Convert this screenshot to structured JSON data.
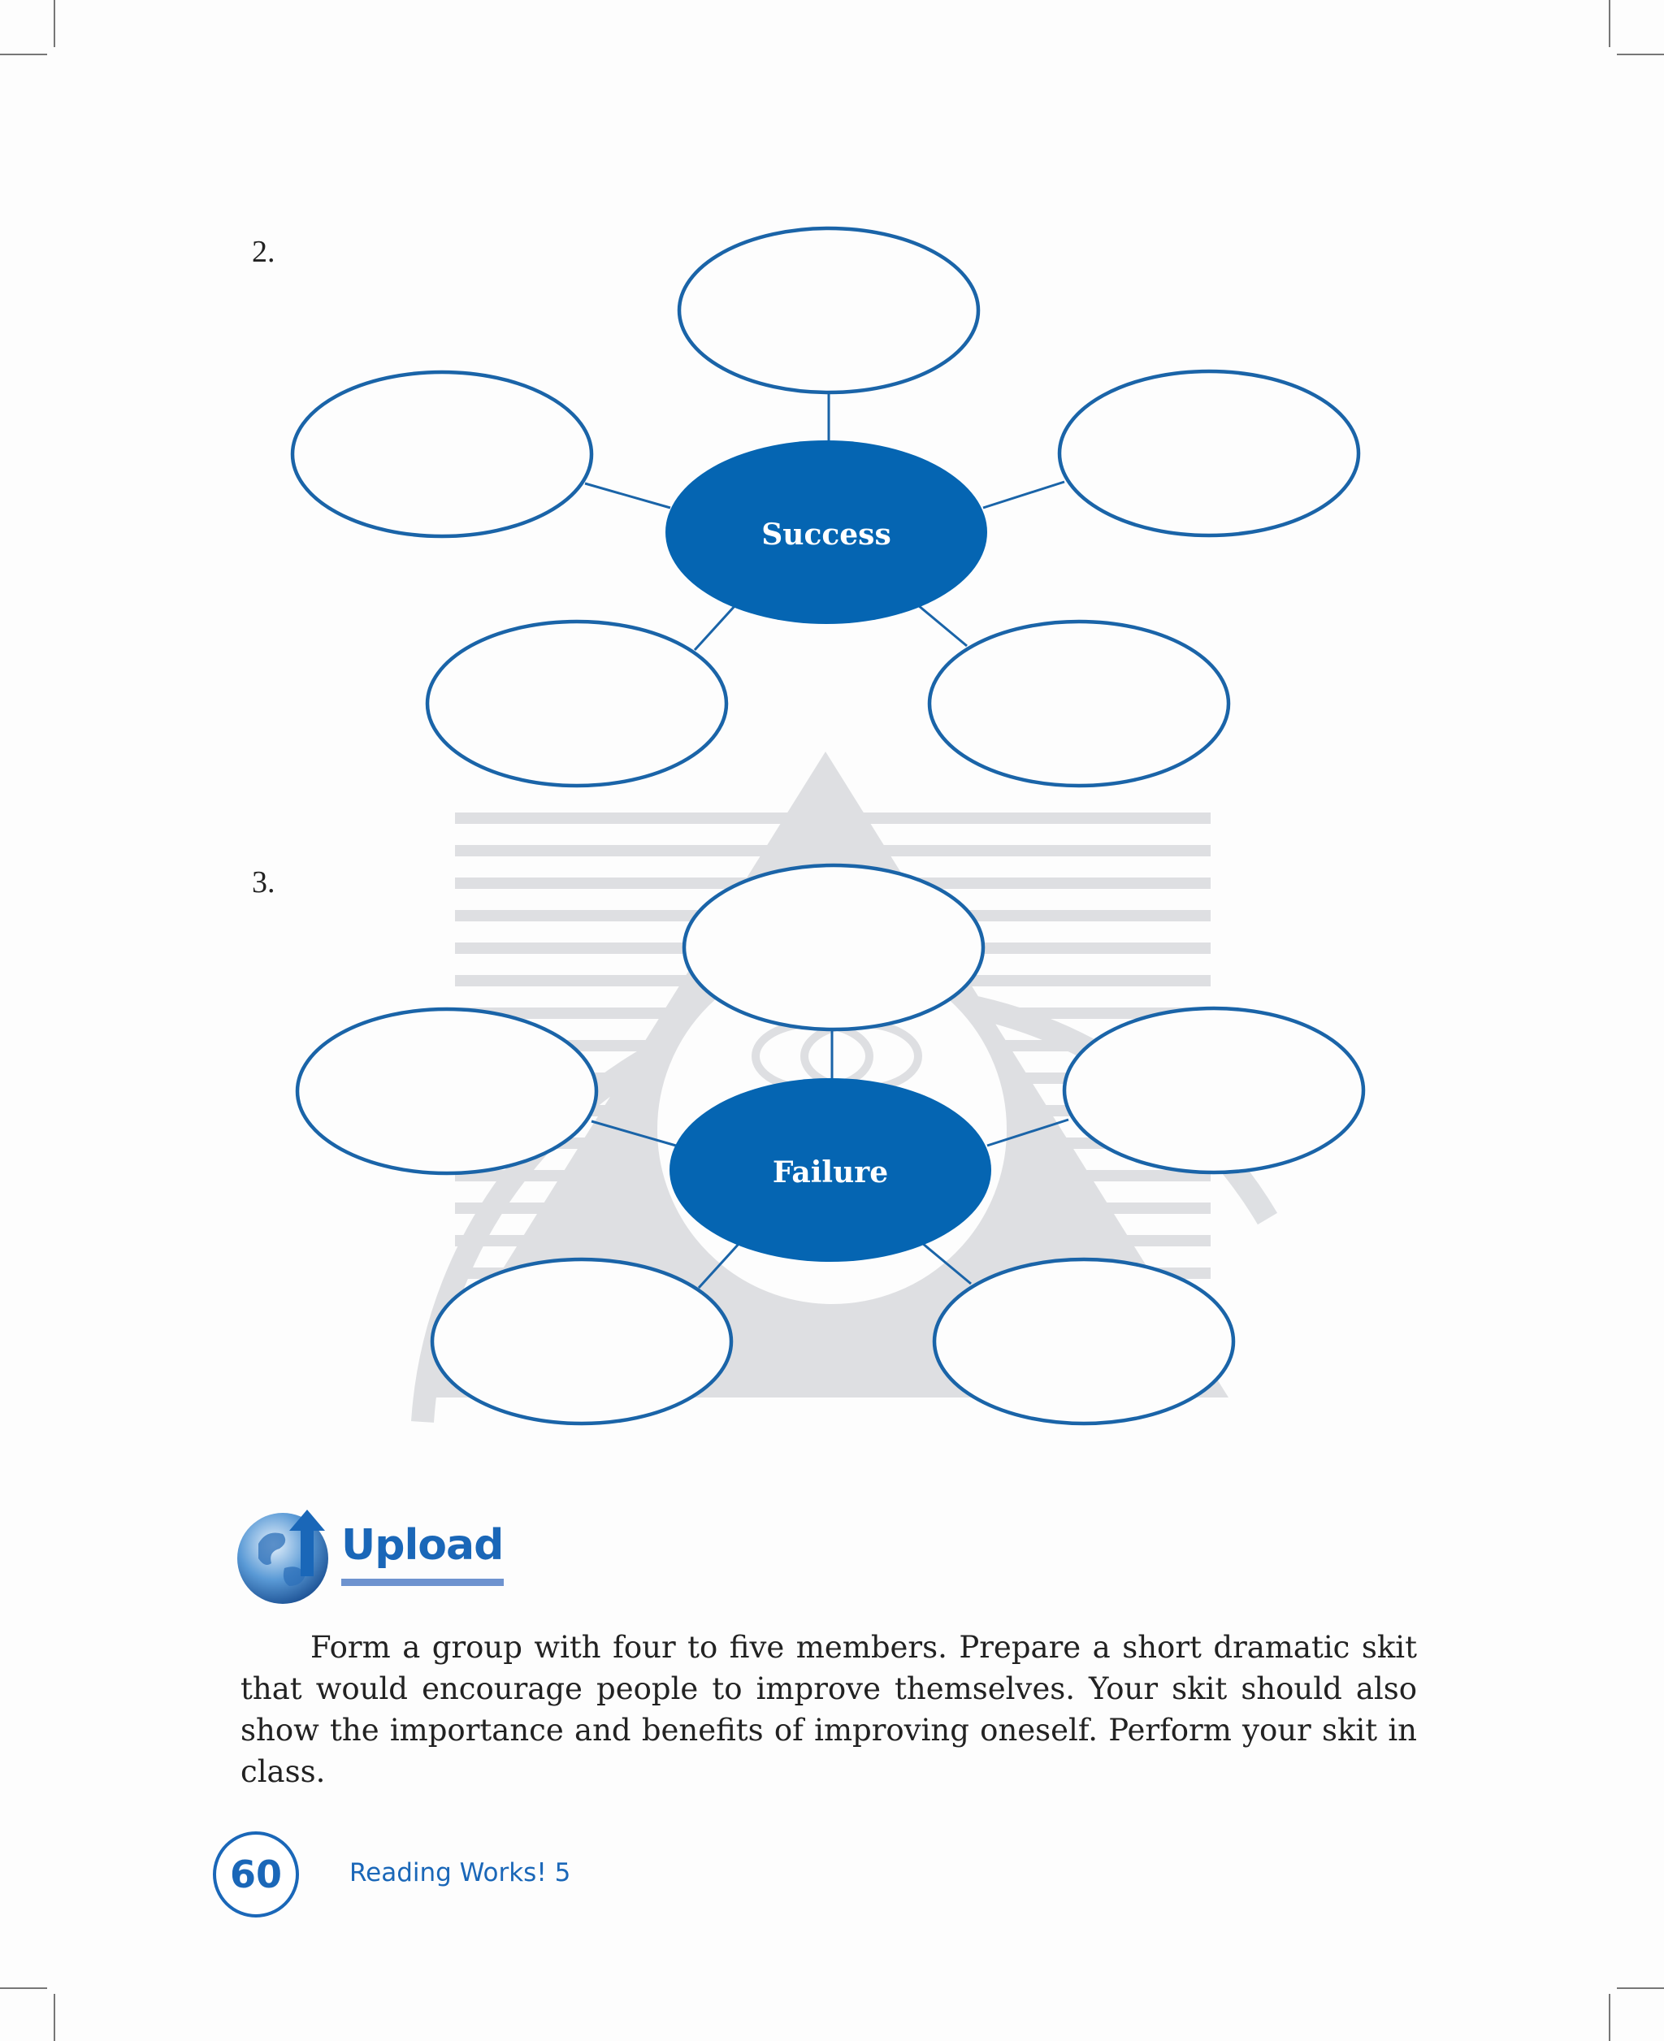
{
  "items": [
    {
      "number": "2.",
      "center_label": "Success",
      "center_color": "#0565b2",
      "outer_ovals": 5
    },
    {
      "number": "3.",
      "center_label": "Failure",
      "center_color": "#0565b2",
      "outer_ovals": 5
    }
  ],
  "upload": {
    "title": "Upload",
    "icon": "globe-upload-icon",
    "instructions": "Form a group with four to five members. Prepare a short dramatic skit that would encourage people to improve themselves. Your skit should also show the importance and benefits of improving oneself. Perform your skit in class."
  },
  "footer": {
    "page_number": "60",
    "book_title": "Reading Works! 5"
  },
  "colors": {
    "accent": "#1a67b8",
    "oval_outline": "#1a64a8",
    "watermark": "#c5c8cd"
  }
}
